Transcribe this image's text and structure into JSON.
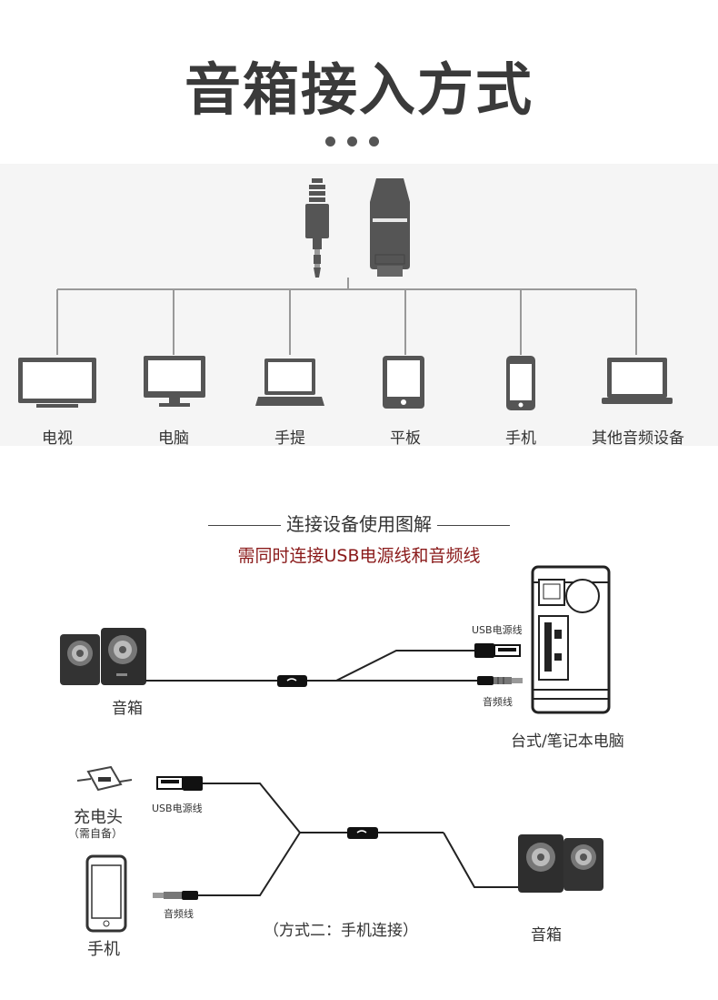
{
  "title": "音箱接入方式",
  "devices": [
    {
      "icon": "tv-icon",
      "label": "电视"
    },
    {
      "icon": "desktop-monitor-icon",
      "label": "电脑"
    },
    {
      "icon": "laptop-icon",
      "label": "手提"
    },
    {
      "icon": "tablet-icon",
      "label": "平板"
    },
    {
      "icon": "phone-icon",
      "label": "手机"
    },
    {
      "icon": "notebook-icon",
      "label": "其他音频设备"
    }
  ],
  "section_title": "连接设备使用图解",
  "note": "需同时连接USB电源线和音频线",
  "diagram1": {
    "speaker_label": "音箱",
    "usb_label": "USB电源线",
    "audio_label": "音频线",
    "pc_label": "台式/笔记本电脑"
  },
  "diagram2": {
    "charger_label": "充电头",
    "charger_note": "（需自备）",
    "usb_label": "USB电源线",
    "audio_label": "音频线",
    "phone_label": "手机",
    "method_label": "（方式二：手机连接）",
    "speaker_label": "音箱"
  }
}
